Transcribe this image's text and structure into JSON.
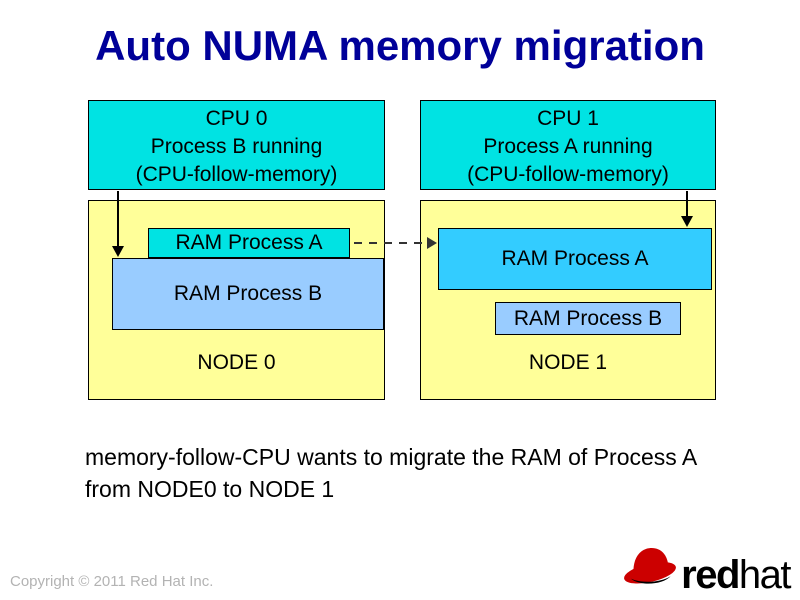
{
  "slide": {
    "title": "Auto NUMA memory migration",
    "cpu0": {
      "line1": "CPU 0",
      "line2": "Process B running",
      "line3": "(CPU-follow-memory)"
    },
    "cpu1": {
      "line1": "CPU 1",
      "line2": "Process A running",
      "line3": "(CPU-follow-memory)"
    },
    "node0": {
      "label": "NODE 0",
      "ram_a": "RAM Process A",
      "ram_b": "RAM Process B"
    },
    "node1": {
      "label": "NODE 1",
      "ram_a": "RAM Process A",
      "ram_b": "RAM Process B"
    },
    "caption": {
      "line1": "memory-follow-CPU wants to migrate the RAM of Process A",
      "line2": "from NODE0 to NODE 1"
    },
    "footer": {
      "copyright": "Copyright © 2011 Red Hat Inc."
    },
    "logo": {
      "red": "red",
      "hat": "hat"
    }
  },
  "colors": {
    "title_navy": "#000099",
    "cpu_cyan": "#00E3E3",
    "ram_a_blue": "#33CCFF",
    "ram_b_lightblue": "#99CCFF",
    "node_yellow": "#FFFF99",
    "copyright_gray": "#B3B3B3",
    "redhat_red": "#CC0000",
    "arrow_black": "#000000"
  }
}
